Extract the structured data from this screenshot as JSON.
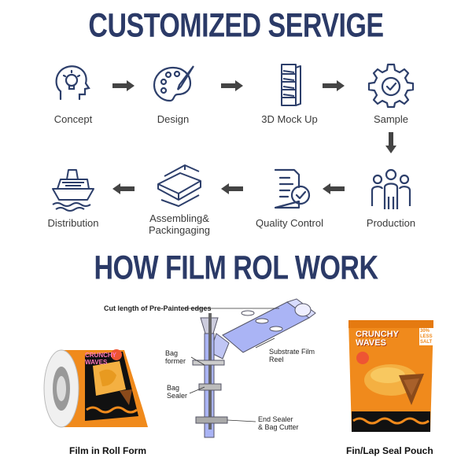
{
  "headings": {
    "customized_service": "CUSTOMIZED SERVIGE",
    "how_film_roll": "HOW FILM ROL WORK"
  },
  "steps": [
    {
      "label": "Concept",
      "icon": "lightbulb-head-icon"
    },
    {
      "label": "Design",
      "icon": "palette-icon"
    },
    {
      "label": "3D Mock Up",
      "icon": "display-shelf-icon"
    },
    {
      "label": "Sample",
      "icon": "gear-check-icon"
    },
    {
      "label": "Production",
      "icon": "team-icon"
    },
    {
      "label": "Quality Control",
      "icon": "checklist-icon"
    },
    {
      "label": "Assembling&",
      "label2": "Packingaging",
      "icon": "stacked-trays-icon"
    },
    {
      "label": "Distribution",
      "icon": "cargo-ship-icon"
    }
  ],
  "diagram": {
    "cut_length": "Cut length of Pre-Painted edges",
    "bag_former": "Bag\nformer",
    "bag_sealer": "Bag\nSealer",
    "substrate": "Substrate Film\nReel",
    "end_sealer": "End Sealer\n& Bag Cutter"
  },
  "products": {
    "brand": "CRUNCHY WAVES",
    "badge": "30% LESS SALT",
    "roll_caption": "Film in Roll Form",
    "pouch_caption": "Fin/Lap Seal Pouch"
  },
  "colors": {
    "heading": "#2b3a67",
    "icon": "#2d3f6b",
    "arrow": "#444444",
    "pack": "#f08a1c"
  }
}
